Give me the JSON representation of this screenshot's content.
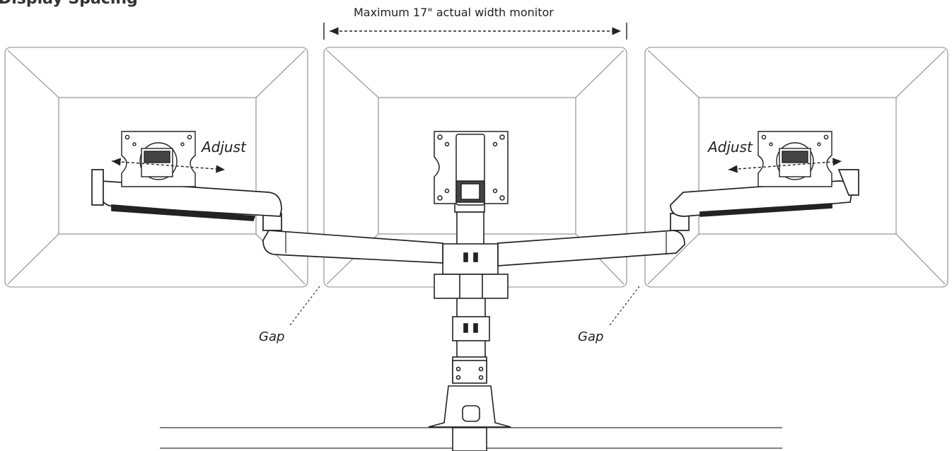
{
  "diagram": {
    "title_partial": "Display Spacing",
    "width_label": "Maximum 17\" actual width monitor",
    "adjust_label": "Adjust",
    "gap_label": "Gap",
    "colors": {
      "line": "#333333",
      "light_line": "#8a8a8a",
      "background": "#ffffff"
    }
  }
}
